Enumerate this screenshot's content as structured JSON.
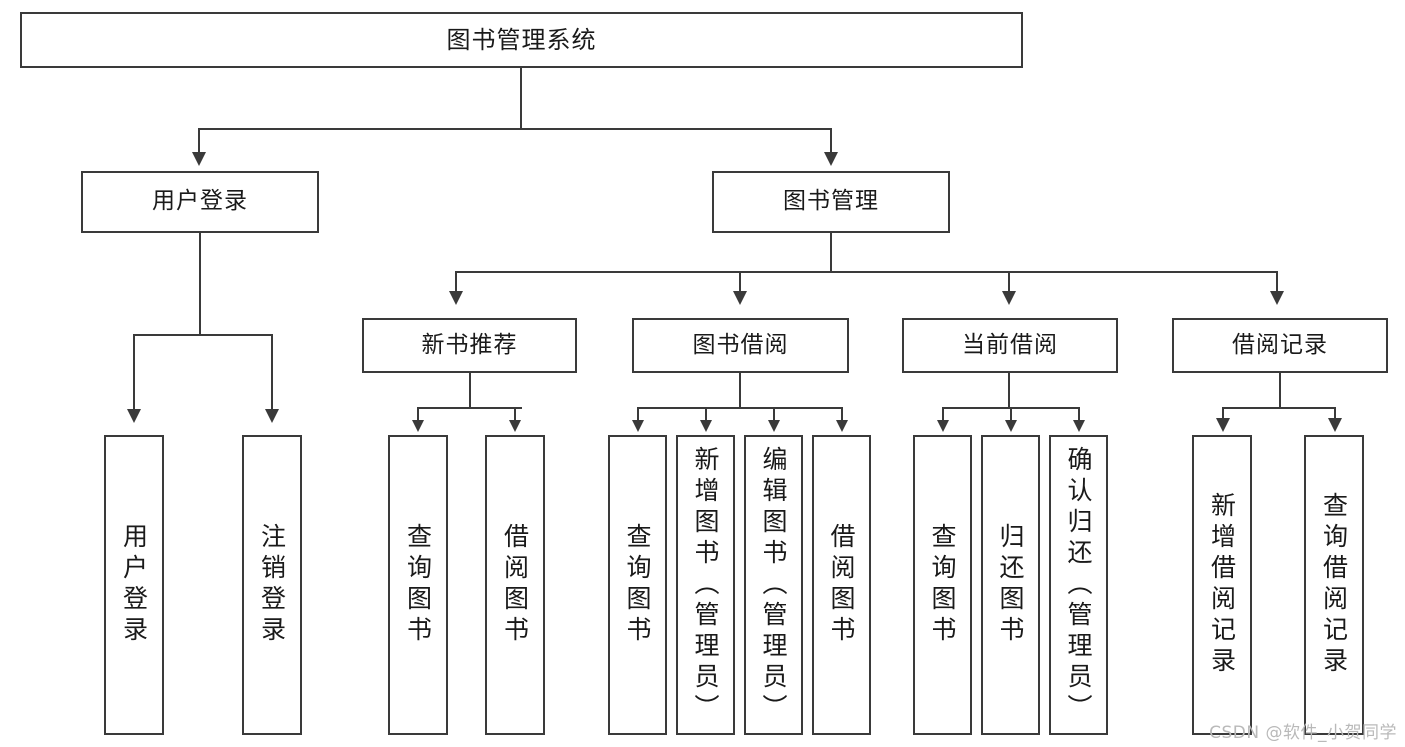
{
  "diagram": {
    "title": "图书管理系统",
    "type": "tree-hierarchy",
    "root": {
      "label": "图书管理系统"
    },
    "level1": [
      {
        "id": "user-login",
        "label": "用户登录"
      },
      {
        "id": "book-management",
        "label": "图书管理"
      }
    ],
    "level2": [
      {
        "id": "new-book-recommend",
        "label": "新书推荐",
        "parent": "book-management"
      },
      {
        "id": "book-borrow",
        "label": "图书借阅",
        "parent": "book-management"
      },
      {
        "id": "current-borrow",
        "label": "当前借阅",
        "parent": "book-management"
      },
      {
        "id": "borrow-record",
        "label": "借阅记录",
        "parent": "book-management"
      }
    ],
    "leaves": [
      {
        "id": "leaf-user-login",
        "label": "用户登录",
        "parent": "user-login"
      },
      {
        "id": "leaf-user-logout",
        "label": "注销登录",
        "parent": "user-login"
      },
      {
        "id": "leaf-query-book-1",
        "label": "查询图书",
        "parent": "new-book-recommend"
      },
      {
        "id": "leaf-borrow-book-1",
        "label": "借阅图书",
        "parent": "new-book-recommend"
      },
      {
        "id": "leaf-query-book-2",
        "label": "查询图书",
        "parent": "book-borrow"
      },
      {
        "id": "leaf-add-book",
        "label": "新增图书（管理员）",
        "parent": "book-borrow"
      },
      {
        "id": "leaf-edit-book",
        "label": "编辑图书（管理员）",
        "parent": "book-borrow"
      },
      {
        "id": "leaf-borrow-book-2",
        "label": "借阅图书",
        "parent": "book-borrow"
      },
      {
        "id": "leaf-query-book-3",
        "label": "查询图书",
        "parent": "current-borrow"
      },
      {
        "id": "leaf-return-book",
        "label": "归还图书",
        "parent": "current-borrow"
      },
      {
        "id": "leaf-confirm-return",
        "label": "确认归还（管理员）",
        "parent": "current-borrow"
      },
      {
        "id": "leaf-add-record",
        "label": "新增借阅记录",
        "parent": "borrow-record"
      },
      {
        "id": "leaf-query-record",
        "label": "查询借阅记录",
        "parent": "borrow-record"
      }
    ]
  },
  "watermark": {
    "text": "CSDN @软件_小贺同学"
  },
  "colors": {
    "stroke": "#3a3a3a",
    "fill": "#ffffff",
    "text": "#1a1a1a",
    "watermark": "#b9b9b9"
  }
}
